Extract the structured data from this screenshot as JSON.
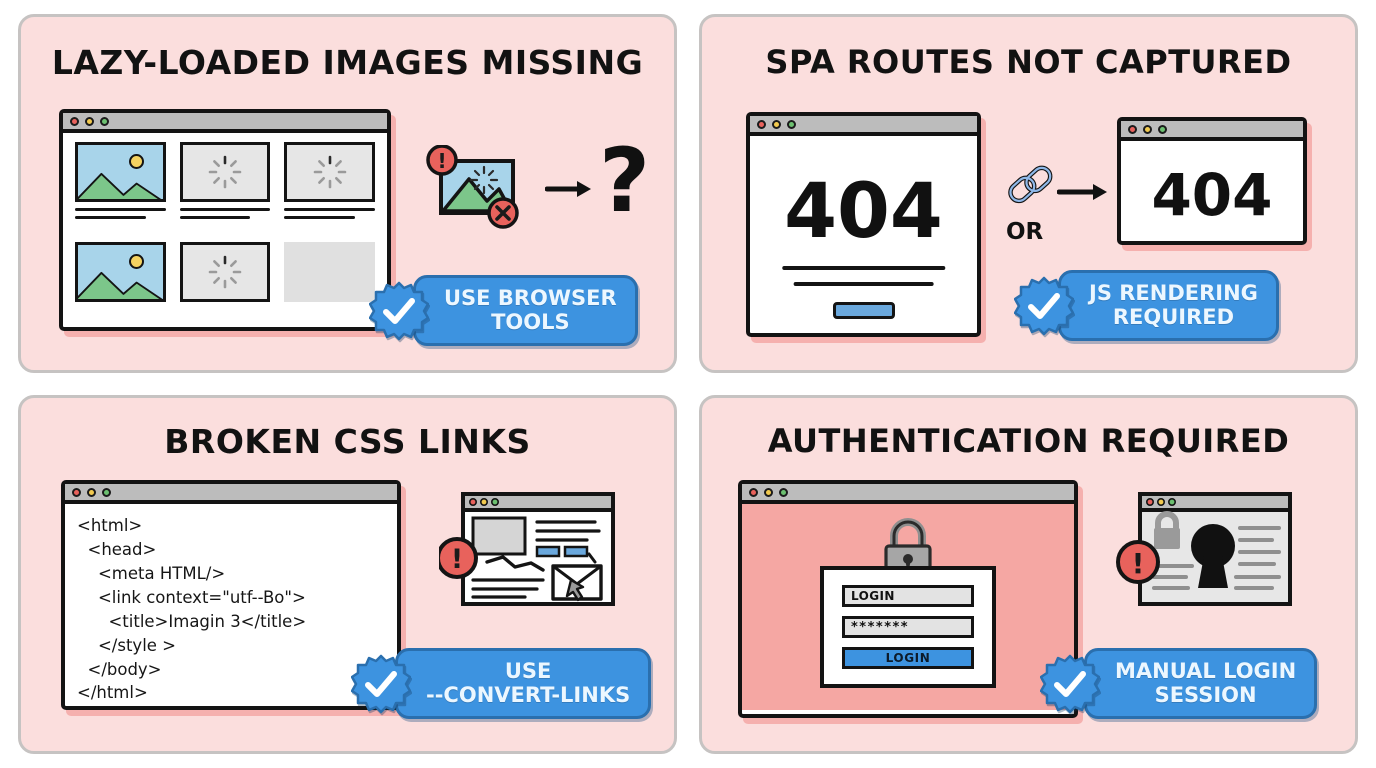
{
  "page": {
    "background": "#ffffff",
    "panel_bg": "#fbdedd",
    "panel_border": "#c6c3c2",
    "accent_blue": "#3d93e0",
    "error_red": "#e8625c"
  },
  "panels": [
    {
      "id": "lazy-loaded-images-missing",
      "title": "LAZY-LOADED IMAGES MISSING",
      "badge": "USE BROWSER\nTOOLS",
      "badge_icon": "check-seal-icon",
      "window": {
        "dots": [
          "red",
          "yellow",
          "green"
        ],
        "thumbnails": [
          {
            "type": "image"
          },
          {
            "type": "spinner"
          },
          {
            "type": "spinner"
          },
          {
            "type": "image"
          },
          {
            "type": "spinner"
          },
          {
            "type": "blank"
          }
        ]
      },
      "annotation": {
        "broken_image_icon": "broken-image-icon",
        "error_badge": "exclamation-badge-icon",
        "fail_badge": "cross-badge-icon",
        "arrow": "right-arrow-icon",
        "result": "?"
      }
    },
    {
      "id": "spa-routes-not-captured",
      "title": "SPA ROUTES NOT CAPTURED",
      "badge": "JS RENDERING\nREQUIRED",
      "badge_icon": "check-seal-icon",
      "window_a": {
        "status_code": "404",
        "button": "",
        "dots": [
          "red",
          "yellow",
          "green"
        ]
      },
      "window_b": {
        "status_code": "404",
        "dots": [
          "red",
          "yellow",
          "green"
        ]
      },
      "connector": {
        "icon": "chain-link-icon",
        "arrow": "right-arrow-icon",
        "label": "OR"
      }
    },
    {
      "id": "broken-css-links",
      "title": "BROKEN CSS LINKS",
      "badge": "USE\n--CONVERT-LINKS",
      "badge_icon": "check-seal-icon",
      "code": "<html>\n  <head>\n    <meta HTML/>\n    <link context=\"utf--Bo\">\n      <title>Imagin 3</title>\n    </style >\n  </body>\n</html>",
      "preview": {
        "icon": "broken-layout-icon",
        "error_badge": "exclamation-badge-icon"
      }
    },
    {
      "id": "authentication-required",
      "title": "AUTHENTICATION REQUIRED",
      "badge": "MANUAL LOGIN\nSESSION",
      "badge_icon": "check-seal-icon",
      "form": {
        "lock_icon": "padlock-icon",
        "username_value": "LOGIN",
        "password_value": "*******",
        "submit_label": "LOGIN"
      },
      "preview": {
        "icon": "keyhole-icon",
        "lock_icon": "padlock-icon",
        "error_badge": "exclamation-badge-icon"
      }
    }
  ]
}
